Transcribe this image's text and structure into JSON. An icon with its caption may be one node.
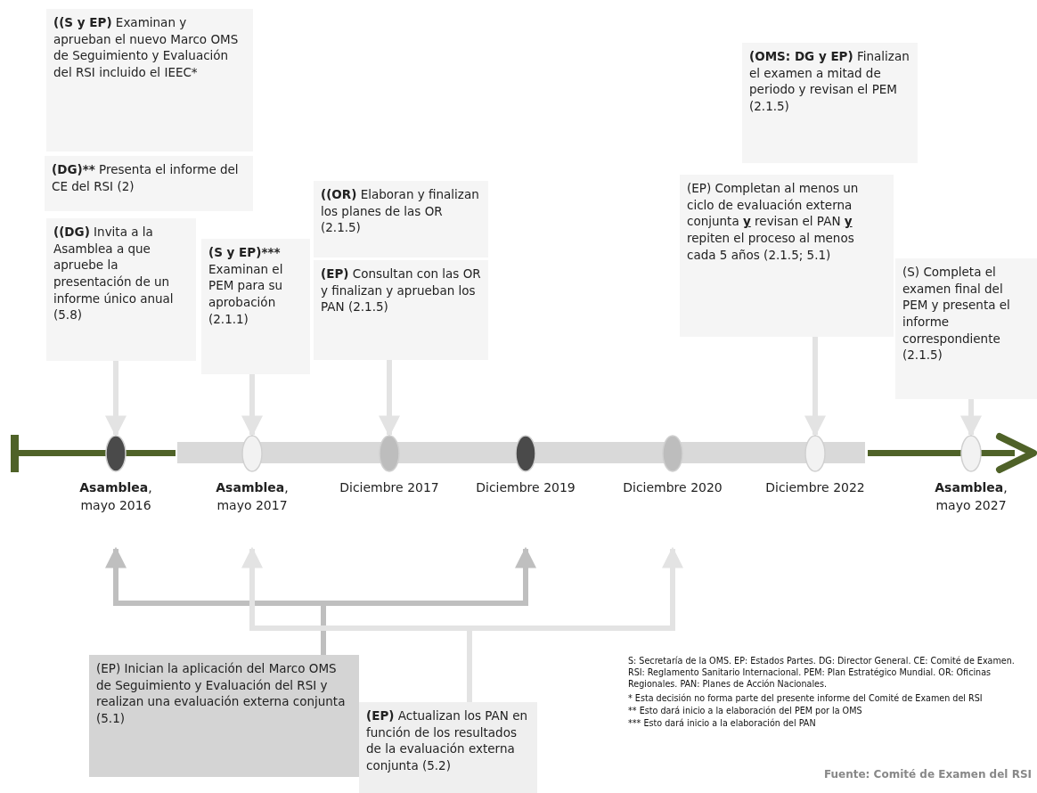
{
  "diagram": {
    "nodes": [
      {
        "text": [
          "((S y EP) Examinan y aprueban el nuevo Marco OMS de Seguimiento y Evaluación del RSI incluido el IEEC*"
        ]
      },
      {
        "text": [
          "(DG)** Presenta el informe del CE del RSI (2)"
        ]
      },
      {
        "text": [
          "((DG) Invita a la Asamblea a que apruebe la presentación de un informe único anual (5.8)"
        ]
      },
      {
        "text": [
          "(S y EP)*** Examinan el PEM para su aprobación (2.1.1)"
        ]
      },
      {
        "text": [
          "((OR) Elaboran y finalizan los planes de las OR (2.1.5)"
        ]
      },
      {
        "text": [
          "(EP) Consultan con las OR y finalizan y aprueban los PAN (2.1.5)"
        ]
      },
      {
        "text": [
          "(OMS: DG y EP) Finalizan el examen a mitad de periodo y revisan el PEM (2.1.5)"
        ]
      },
      {
        "text": [
          "(EP) Completan al menos un ciclo de  evaluación externa conjunta **y** revisan el PAN **y** repiten el proceso al menos cada 5 años (2.1.5; 5.1)"
        ]
      },
      {
        "text": [
          "(S) Completa el examen final del PEM y presenta el informe correspondiente (2.1.5)"
        ]
      },
      {
        "text": [
          "**Asamblea**, mayo 2016"
        ]
      },
      {
        "text": [
          "**Asamblea**, mayo 2017"
        ]
      },
      {
        "text": [
          "Diciembre 2017"
        ]
      },
      {
        "text": [
          "Diciembre 2019"
        ]
      },
      {
        "text": [
          "Diciembre 2020"
        ]
      },
      {
        "text": [
          "Diciembre 2022"
        ]
      },
      {
        "text": [
          "**Asamblea**, mayo 2027"
        ]
      },
      {
        "text": [
          "(EP) Inician la aplicación del Marco OMS de Seguimiento y Evaluación del RSI y realizan una evaluación externa conjunta (5.1)"
        ]
      },
      {
        "text": [
          "(EP) Actualizan los PAN en función de los resultados de la evaluación externa conjunta (5.2)"
        ]
      }
    ],
    "edges": [
      {
        "from": 2,
        "to": 9,
        "arrow": "to"
      },
      {
        "from": 3,
        "to": 10,
        "arrow": "to"
      },
      {
        "from": 5,
        "to": 11,
        "arrow": "to"
      },
      {
        "from": 7,
        "to": 14,
        "arrow": "to"
      },
      {
        "from": 8,
        "to": 15,
        "arrow": "to"
      },
      {
        "from": 16,
        "to": 9,
        "arrow": "to",
        "color": "#bfbfbf"
      },
      {
        "from": 16,
        "to": 12,
        "arrow": "to",
        "color": "#bfbfbf"
      },
      {
        "from": 17,
        "to": 10,
        "arrow": "to"
      },
      {
        "from": 17,
        "to": 13,
        "arrow": "to"
      }
    ],
    "labels": [
      "S: Secretaría de la OMS. EP: Estados Partes. DG: Director General. CE: Comité de Examen. RSI: Reglamento Sanitario Internacional. PEM: Plan Estratégico Mundial. OR: Oficinas Regionales. PAN: Planes de Acción Nacionales.",
      "* Esta decisión no forma parte del presente informe del Comité de Examen del RSI",
      "** Esto dará inicio a la elaboración del PEM por la OMS",
      "*** Esto dará inicio a la elaboración del PAN",
      "Fuente: Comité de Examen del RSI"
    ]
  }
}
